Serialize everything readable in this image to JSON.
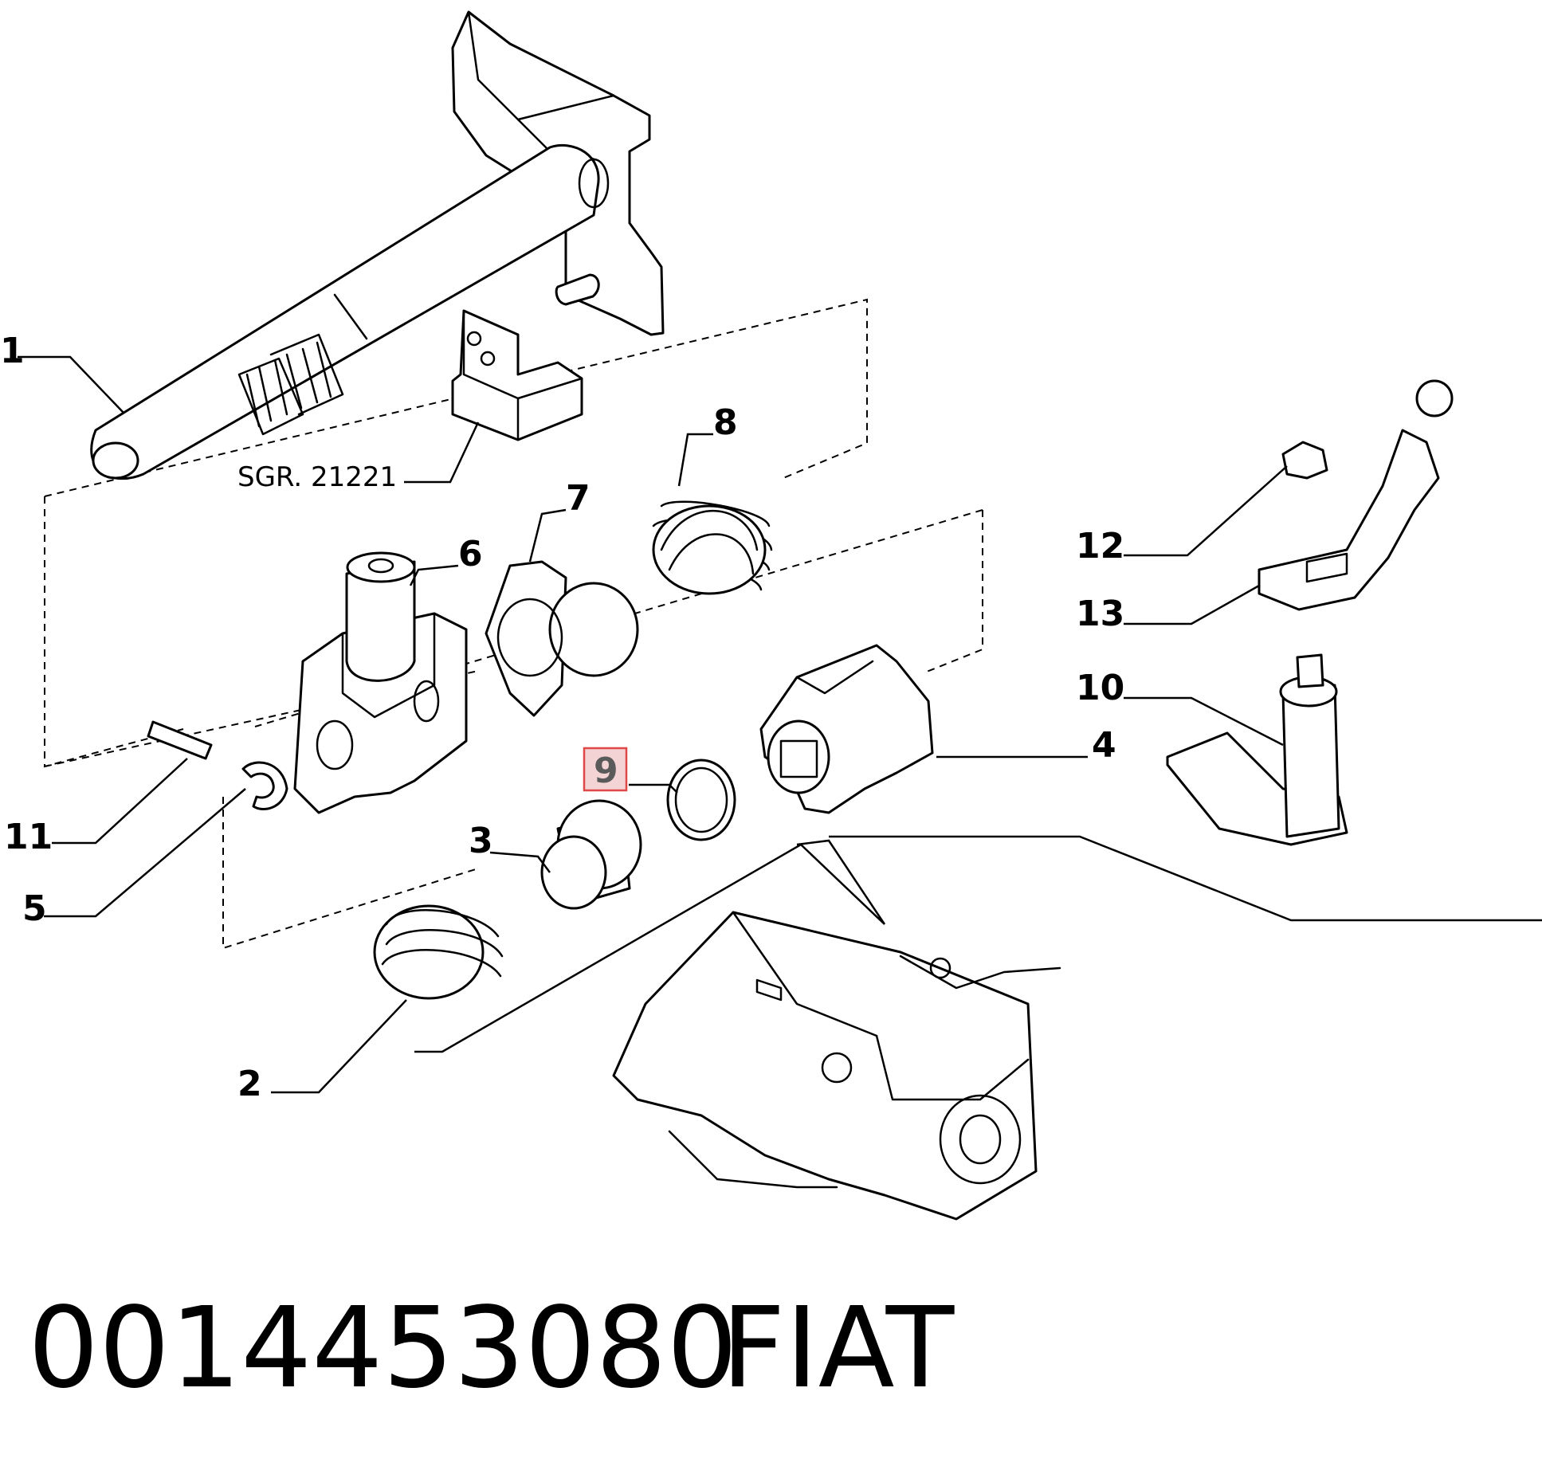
{
  "callouts": {
    "c1": "1",
    "c2": "2",
    "c3": "3",
    "c4": "4",
    "c5": "5",
    "c6": "6",
    "c7": "7",
    "c8": "8",
    "c9": "9",
    "c10": "10",
    "c11": "11",
    "c12": "12",
    "c13": "13"
  },
  "reference": "SGR. 21221",
  "highlighted_callout": "9",
  "highlight_color": "#e04848",
  "footer": {
    "part_number": "0014453080",
    "brand": "FIAT"
  }
}
